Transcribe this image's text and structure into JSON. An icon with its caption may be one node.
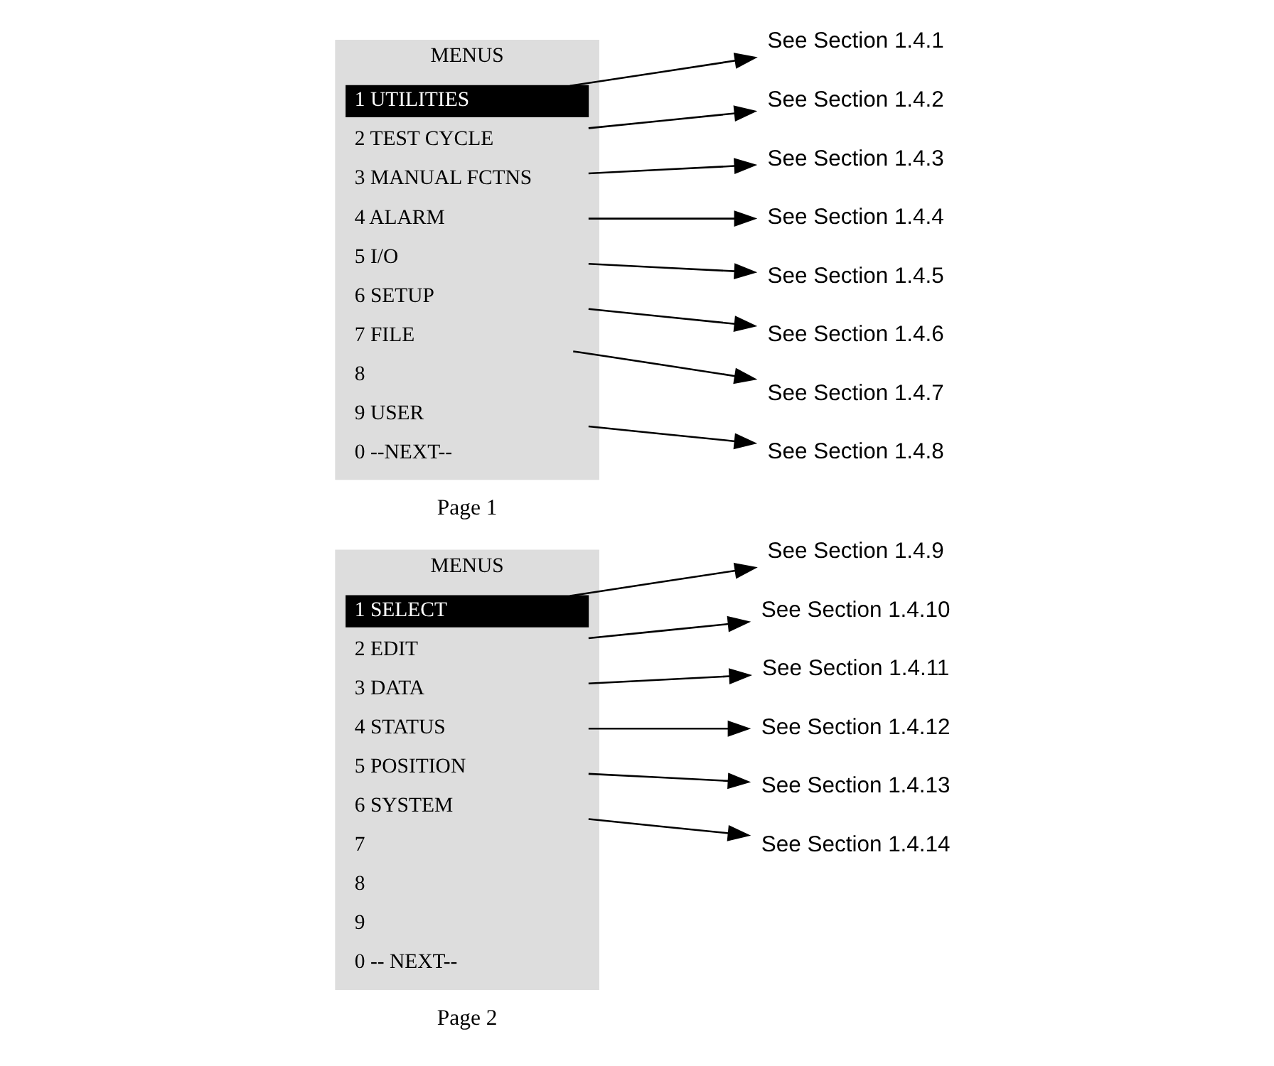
{
  "diagram": {
    "nodes": [
      {
        "text": [
          "MENUS"
        ],
        "beside": [
          "Page 1"
        ]
      },
      {
        "text": [
          "1 UTILITIES"
        ],
        "in": 0
      },
      {
        "text": [
          "2 TEST CYCLE"
        ],
        "in": 0
      },
      {
        "text": [
          "3 MANUAL FCTNS"
        ],
        "in": 0
      },
      {
        "text": [
          "4 ALARM"
        ],
        "in": 0
      },
      {
        "text": [
          "5 I/O"
        ],
        "in": 0
      },
      {
        "text": [
          "6 SETUP"
        ],
        "in": 0
      },
      {
        "text": [
          "7 FILE"
        ],
        "in": 0
      },
      {
        "text": [
          "8"
        ],
        "in": 0
      },
      {
        "text": [
          "9 USER"
        ],
        "in": 0
      },
      {
        "text": [
          "0 --NEXT--"
        ],
        "in": 0
      },
      {
        "text": [
          "MENUS"
        ],
        "beside": [
          "Page 2"
        ]
      },
      {
        "text": [
          "1 SELECT"
        ],
        "in": 11
      },
      {
        "text": [
          "2 EDIT"
        ],
        "in": 11
      },
      {
        "text": [
          "3 DATA"
        ],
        "in": 11
      },
      {
        "text": [
          "4 STATUS"
        ],
        "in": 11
      },
      {
        "text": [
          "5 POSITION"
        ],
        "in": 11
      },
      {
        "text": [
          "6 SYSTEM"
        ],
        "in": 11
      },
      {
        "text": [
          "7"
        ],
        "in": 11
      },
      {
        "text": [
          "8"
        ],
        "in": 11
      },
      {
        "text": [
          "9"
        ],
        "in": 11
      },
      {
        "text": [
          "0 -- NEXT--"
        ],
        "in": 11
      },
      {
        "text": [
          "See Section 1.4.1"
        ]
      },
      {
        "text": [
          "See Section 1.4.2"
        ]
      },
      {
        "text": [
          "See Section 1.4.3"
        ]
      },
      {
        "text": [
          "See Section 1.4.4"
        ]
      },
      {
        "text": [
          "See Section 1.4.5"
        ]
      },
      {
        "text": [
          "See Section 1.4.6"
        ]
      },
      {
        "text": [
          "See Section 1.4.7"
        ]
      },
      {
        "text": [
          "See Section 1.4.8"
        ]
      },
      {
        "text": [
          "See Section 1.4.9"
        ]
      },
      {
        "text": [
          "See Section 1.4.10"
        ]
      },
      {
        "text": [
          "See Section 1.4.11"
        ]
      },
      {
        "text": [
          "See Section 1.4.12"
        ]
      },
      {
        "text": [
          "See Section 1.4.13"
        ]
      },
      {
        "text": [
          "See Section 1.4.14"
        ]
      }
    ],
    "edges": [
      {
        "from": 1,
        "to": 22,
        "arrow": "to"
      },
      {
        "from": 2,
        "to": 23,
        "arrow": "to"
      },
      {
        "from": 3,
        "to": 24,
        "arrow": "to"
      },
      {
        "from": 4,
        "to": 25,
        "arrow": "to"
      },
      {
        "from": 5,
        "to": 26,
        "arrow": "to"
      },
      {
        "from": 6,
        "to": 27,
        "arrow": "to"
      },
      {
        "from": 7,
        "to": 28,
        "arrow": "to"
      },
      {
        "from": 9,
        "to": 29,
        "arrow": "to"
      },
      {
        "from": 12,
        "to": 30,
        "arrow": "to"
      },
      {
        "from": 13,
        "to": 31,
        "arrow": "to"
      },
      {
        "from": 14,
        "to": 32,
        "arrow": "to"
      },
      {
        "from": 15,
        "to": 33,
        "arrow": "to"
      },
      {
        "from": 16,
        "to": 34,
        "arrow": "to"
      },
      {
        "from": 17,
        "to": 35,
        "arrow": "to"
      }
    ]
  }
}
